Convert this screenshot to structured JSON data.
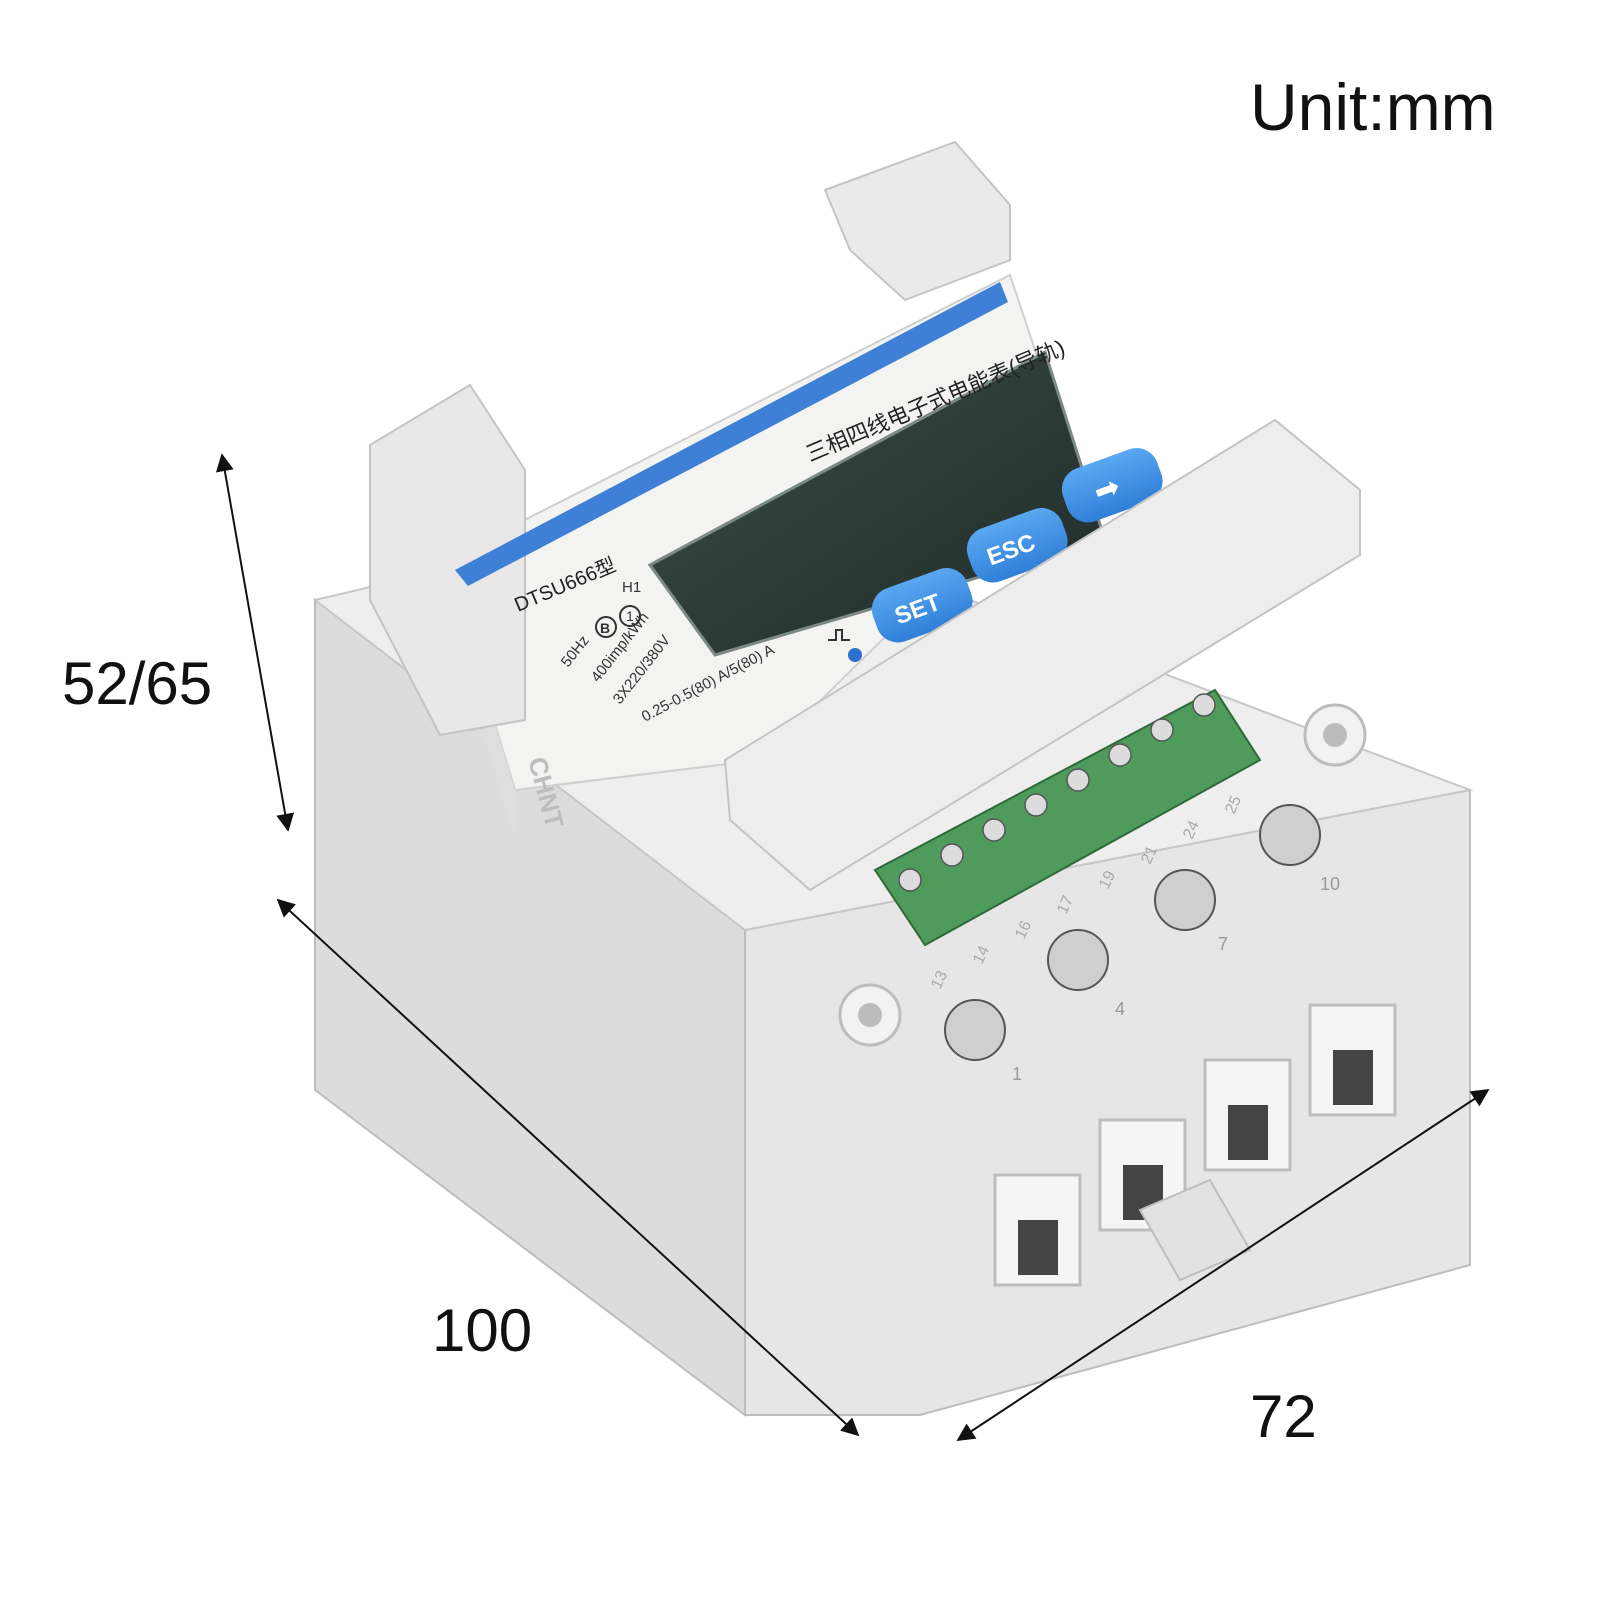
{
  "dimensions": {
    "unit": "Unit:mm",
    "height": "52/65",
    "length": "100",
    "width": "72"
  },
  "meter": {
    "model": "DTSU666型",
    "variant": "H1",
    "title_cn": "三相四线电子式电能表(导轨)",
    "brand": "CHNT",
    "specs": [
      "50Hz",
      "400imp/kWh",
      "3X220/380V",
      "0.25-0.5(80) A/5(80) A"
    ],
    "class_marks": [
      "B",
      "1"
    ],
    "buttons": {
      "set": "SET",
      "esc": "ESC",
      "next": "➡"
    },
    "small_terminal_numbers": [
      "13",
      "14",
      "16",
      "17",
      "19",
      "21",
      "24",
      "25"
    ],
    "main_terminal_numbers": [
      "1",
      "4",
      "7",
      "10"
    ]
  },
  "colors": {
    "body": "#e9e9e9",
    "top_face": "#f1f2f2",
    "stripe": "#3d80d6",
    "button": "#3a8ee6",
    "lcd": "#2c3b36",
    "terminal_block": "#4f9b5c"
  }
}
